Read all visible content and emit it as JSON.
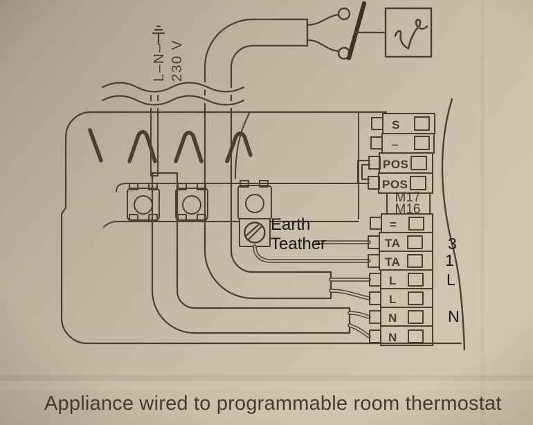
{
  "caption": "Appliance wired to programmable room thermostat",
  "supply_label": {
    "conductors": "L–N–",
    "voltage": "230 V",
    "symbol": "earth-ground"
  },
  "annotations": {
    "earth_line1": "Earth",
    "earth_line2": "Teather",
    "right_marks": [
      "3",
      "1",
      "L",
      "N"
    ]
  },
  "boiler_terminals": {
    "module_codes": [
      "M17",
      "M16"
    ],
    "upper_block": [
      "S",
      "–",
      "POS",
      "POS"
    ],
    "lower_block": [
      "=",
      "TA",
      "TA",
      "L",
      "L",
      "N",
      "N"
    ]
  },
  "components": {
    "switch": "mains-isolating-switch",
    "thermostat": "programmable-room-thermostat",
    "appliance": "appliance-terminal-compartment",
    "break_symbol": "cable-break"
  },
  "colors": {
    "paper_dark": "#a69a89",
    "paper_mid": "#c8bca8",
    "paper_light": "#d3c6b1",
    "diagram_ink": "#4a3f33",
    "annotation_ink": "#161616",
    "caption_ink": "#473c2f"
  }
}
